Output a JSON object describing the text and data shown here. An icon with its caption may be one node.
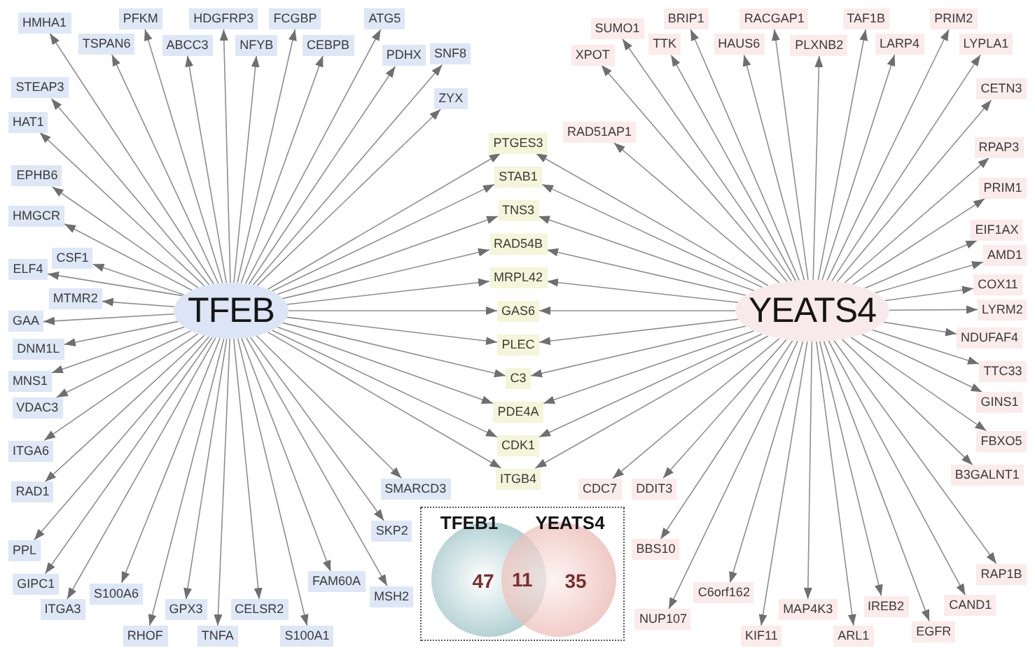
{
  "diagram": {
    "nodes": [
      {
        "text": [
          "TFEB"
        ]
      },
      {
        "text": [
          "PFKM"
        ]
      },
      {
        "text": [
          "NFYB"
        ]
      },
      {
        "text": [
          "ATG5"
        ]
      },
      {
        "text": [
          "HMHA1"
        ]
      },
      {
        "text": [
          "FCGBP"
        ]
      },
      {
        "text": [
          "ABCC3"
        ]
      },
      {
        "text": [
          "TSPAN6"
        ]
      },
      {
        "text": [
          "EPHB6"
        ]
      },
      {
        "text": [
          "CEBPB"
        ]
      },
      {
        "text": [
          "PDHX"
        ]
      },
      {
        "text": [
          "HAT1"
        ]
      },
      {
        "text": [
          "HDGFRP3"
        ]
      },
      {
        "text": [
          "SNF8"
        ]
      },
      {
        "text": [
          "CSF1"
        ]
      },
      {
        "text": [
          "STEAP3"
        ]
      },
      {
        "text": [
          "HMGCR"
        ]
      },
      {
        "text": [
          "ELF4"
        ]
      },
      {
        "text": [
          "ZYX"
        ]
      },
      {
        "text": [
          "MTMR2"
        ]
      },
      {
        "text": [
          "GAA"
        ]
      },
      {
        "text": [
          "DNM1L"
        ]
      },
      {
        "text": [
          "VDAC3"
        ]
      },
      {
        "text": [
          "MNS1"
        ]
      },
      {
        "text": [
          "SMARCD3"
        ]
      },
      {
        "text": [
          "ITGA6"
        ]
      },
      {
        "text": [
          "RAD1"
        ]
      },
      {
        "text": [
          "FAM60A"
        ]
      },
      {
        "text": [
          "PPL"
        ]
      },
      {
        "text": [
          "ITGA3"
        ]
      },
      {
        "text": [
          "S100A1"
        ]
      },
      {
        "text": [
          "MSH2"
        ]
      },
      {
        "text": [
          "RHOF"
        ]
      },
      {
        "text": [
          "CELSR2"
        ]
      },
      {
        "text": [
          "GIPC1"
        ]
      },
      {
        "text": [
          "SKP2"
        ]
      },
      {
        "text": [
          "S100A6"
        ]
      },
      {
        "text": [
          "TNFA"
        ]
      },
      {
        "text": [
          "GPX3"
        ]
      },
      {
        "text": [
          "PTGES3"
        ]
      },
      {
        "text": [
          "STAB1"
        ]
      },
      {
        "text": [
          "TNS3"
        ]
      },
      {
        "text": [
          "RAD54B"
        ]
      },
      {
        "text": [
          "MRPL42"
        ]
      },
      {
        "text": [
          "GAS6"
        ]
      },
      {
        "text": [
          "PLEC"
        ]
      },
      {
        "text": [
          "C3"
        ]
      },
      {
        "text": [
          "PDE4A"
        ]
      },
      {
        "text": [
          "CDK1"
        ]
      },
      {
        "text": [
          "ITGB4"
        ]
      },
      {
        "text": [
          "YEATS4"
        ]
      },
      {
        "text": [
          "TAF1B"
        ]
      },
      {
        "text": [
          "SUMO1"
        ]
      },
      {
        "text": [
          "PLXNB2"
        ]
      },
      {
        "text": [
          "PRIM2"
        ]
      },
      {
        "text": [
          "BRIP1"
        ]
      },
      {
        "text": [
          "HAUS6"
        ]
      },
      {
        "text": [
          "XPOT"
        ]
      },
      {
        "text": [
          "LYPLA1"
        ]
      },
      {
        "text": [
          "PRIM1"
        ]
      },
      {
        "text": [
          "LARP4"
        ]
      },
      {
        "text": [
          "TTK"
        ]
      },
      {
        "text": [
          "CETN3"
        ]
      },
      {
        "text": [
          "RACGAP1"
        ]
      },
      {
        "text": [
          "EIF1AX"
        ]
      },
      {
        "text": [
          "AMD1"
        ]
      },
      {
        "text": [
          "RAD51AP1"
        ]
      },
      {
        "text": [
          "RPAP3"
        ]
      },
      {
        "text": [
          "COX11"
        ]
      },
      {
        "text": [
          "NDUFAF4"
        ]
      },
      {
        "text": [
          "LYRM2"
        ]
      },
      {
        "text": [
          "TTC33"
        ]
      },
      {
        "text": [
          "GINS1"
        ]
      },
      {
        "text": [
          "B3GALNT1"
        ]
      },
      {
        "text": [
          "FBXO5"
        ]
      },
      {
        "text": [
          "RAP1B"
        ]
      },
      {
        "text": [
          "IREB2"
        ]
      },
      {
        "text": [
          "CAND1"
        ]
      },
      {
        "text": [
          "DDIT3"
        ]
      },
      {
        "text": [
          "KIF11"
        ]
      },
      {
        "text": [
          "CDC7"
        ]
      },
      {
        "text": [
          "EGFR"
        ]
      },
      {
        "text": [
          "NUP107"
        ]
      },
      {
        "text": [
          "ARL1"
        ]
      },
      {
        "text": [
          "C6orf162"
        ]
      },
      {
        "text": [
          "MAP4K3"
        ]
      },
      {
        "text": [
          "BBS10"
        ]
      },
      {
        "text": [],
        "shape": "box"
      },
      {
        "text": [
          "TFEB1",
          "47"
        ],
        "in": 87
      },
      {
        "text": [
          "YEATS4",
          "35"
        ],
        "in": 87
      }
    ],
    "edges": [
      {
        "from": 0,
        "to": 1,
        "arrow": "to"
      },
      {
        "from": 0,
        "to": 2,
        "arrow": "to"
      },
      {
        "from": 0,
        "to": 3,
        "arrow": "to"
      },
      {
        "from": 0,
        "to": 4,
        "arrow": "to"
      },
      {
        "from": 0,
        "to": 5,
        "arrow": "to"
      },
      {
        "from": 0,
        "to": 6,
        "arrow": "to"
      },
      {
        "from": 0,
        "to": 7,
        "arrow": "to"
      },
      {
        "from": 0,
        "to": 8,
        "arrow": "to"
      },
      {
        "from": 0,
        "to": 9,
        "arrow": "to"
      },
      {
        "from": 0,
        "to": 10,
        "arrow": "to"
      },
      {
        "from": 0,
        "to": 11,
        "arrow": "to"
      },
      {
        "from": 0,
        "to": 12,
        "arrow": "to"
      },
      {
        "from": 0,
        "to": 13,
        "arrow": "to"
      },
      {
        "from": 0,
        "to": 14,
        "arrow": "to"
      },
      {
        "from": 0,
        "to": 15,
        "arrow": "to"
      },
      {
        "from": 0,
        "to": 16,
        "arrow": "to"
      },
      {
        "from": 0,
        "to": 17,
        "arrow": "to"
      },
      {
        "from": 0,
        "to": 18,
        "arrow": "to"
      },
      {
        "from": 0,
        "to": 19,
        "arrow": "to"
      },
      {
        "from": 0,
        "to": 20,
        "arrow": "to"
      },
      {
        "from": 0,
        "to": 21,
        "arrow": "to"
      },
      {
        "from": 0,
        "to": 22,
        "arrow": "to"
      },
      {
        "from": 0,
        "to": 23,
        "arrow": "to"
      },
      {
        "from": 0,
        "to": 24,
        "arrow": "to"
      },
      {
        "from": 0,
        "to": 25,
        "arrow": "to"
      },
      {
        "from": 0,
        "to": 26,
        "arrow": "to"
      },
      {
        "from": 0,
        "to": 27,
        "arrow": "to"
      },
      {
        "from": 0,
        "to": 28,
        "arrow": "to"
      },
      {
        "from": 0,
        "to": 29,
        "arrow": "to"
      },
      {
        "from": 0,
        "to": 30,
        "arrow": "to"
      },
      {
        "from": 0,
        "to": 31,
        "arrow": "to"
      },
      {
        "from": 0,
        "to": 32,
        "arrow": "to"
      },
      {
        "from": 0,
        "to": 33,
        "arrow": "to"
      },
      {
        "from": 0,
        "to": 34,
        "arrow": "to"
      },
      {
        "from": 0,
        "to": 35,
        "arrow": "to"
      },
      {
        "from": 0,
        "to": 36,
        "arrow": "to"
      },
      {
        "from": 0,
        "to": 37,
        "arrow": "to"
      },
      {
        "from": 0,
        "to": 38,
        "arrow": "to"
      },
      {
        "from": 0,
        "to": 39,
        "arrow": "to"
      },
      {
        "from": 0,
        "to": 40,
        "arrow": "to"
      },
      {
        "from": 0,
        "to": 41,
        "arrow": "to"
      },
      {
        "from": 0,
        "to": 42,
        "arrow": "to"
      },
      {
        "from": 0,
        "to": 43,
        "arrow": "to"
      },
      {
        "from": 0,
        "to": 44,
        "arrow": "to"
      },
      {
        "from": 0,
        "to": 45,
        "arrow": "to"
      },
      {
        "from": 0,
        "to": 46,
        "arrow": "to"
      },
      {
        "from": 0,
        "to": 47,
        "arrow": "to"
      },
      {
        "from": 0,
        "to": 48,
        "arrow": "to"
      },
      {
        "from": 0,
        "to": 49,
        "arrow": "to"
      },
      {
        "from": 50,
        "to": 39,
        "arrow": "to"
      },
      {
        "from": 50,
        "to": 40,
        "arrow": "to"
      },
      {
        "from": 50,
        "to": 41,
        "arrow": "to"
      },
      {
        "from": 50,
        "to": 42,
        "arrow": "to"
      },
      {
        "from": 50,
        "to": 43,
        "arrow": "to"
      },
      {
        "from": 50,
        "to": 44,
        "arrow": "to"
      },
      {
        "from": 50,
        "to": 45,
        "arrow": "to"
      },
      {
        "from": 50,
        "to": 46,
        "arrow": "to"
      },
      {
        "from": 50,
        "to": 47,
        "arrow": "to"
      },
      {
        "from": 50,
        "to": 48,
        "arrow": "to"
      },
      {
        "from": 50,
        "to": 49,
        "arrow": "to"
      },
      {
        "from": 50,
        "to": 51,
        "arrow": "to"
      },
      {
        "from": 50,
        "to": 52,
        "arrow": "to"
      },
      {
        "from": 50,
        "to": 53,
        "arrow": "to"
      },
      {
        "from": 50,
        "to": 54,
        "arrow": "to"
      },
      {
        "from": 50,
        "to": 55,
        "arrow": "to"
      },
      {
        "from": 50,
        "to": 56,
        "arrow": "to"
      },
      {
        "from": 50,
        "to": 57,
        "arrow": "to"
      },
      {
        "from": 50,
        "to": 58,
        "arrow": "to"
      },
      {
        "from": 50,
        "to": 59,
        "arrow": "to"
      },
      {
        "from": 50,
        "to": 60,
        "arrow": "to"
      },
      {
        "from": 50,
        "to": 61,
        "arrow": "to"
      },
      {
        "from": 50,
        "to": 62,
        "arrow": "to"
      },
      {
        "from": 50,
        "to": 63,
        "arrow": "to"
      },
      {
        "from": 50,
        "to": 64,
        "arrow": "to"
      },
      {
        "from": 50,
        "to": 65,
        "arrow": "to"
      },
      {
        "from": 50,
        "to": 66,
        "arrow": "to"
      },
      {
        "from": 50,
        "to": 67,
        "arrow": "to"
      },
      {
        "from": 50,
        "to": 68,
        "arrow": "to"
      },
      {
        "from": 50,
        "to": 69,
        "arrow": "to"
      },
      {
        "from": 50,
        "to": 70,
        "arrow": "to"
      },
      {
        "from": 50,
        "to": 71,
        "arrow": "to"
      },
      {
        "from": 50,
        "to": 72,
        "arrow": "to"
      },
      {
        "from": 50,
        "to": 73,
        "arrow": "to"
      },
      {
        "from": 50,
        "to": 74,
        "arrow": "to"
      },
      {
        "from": 50,
        "to": 75,
        "arrow": "to"
      },
      {
        "from": 50,
        "to": 76,
        "arrow": "to"
      },
      {
        "from": 50,
        "to": 77,
        "arrow": "to"
      },
      {
        "from": 50,
        "to": 78,
        "arrow": "to"
      },
      {
        "from": 50,
        "to": 79,
        "arrow": "to"
      },
      {
        "from": 50,
        "to": 80,
        "arrow": "to"
      },
      {
        "from": 50,
        "to": 81,
        "arrow": "to"
      },
      {
        "from": 50,
        "to": 82,
        "arrow": "to"
      },
      {
        "from": 50,
        "to": 83,
        "arrow": "to"
      },
      {
        "from": 50,
        "to": 84,
        "arrow": "to"
      },
      {
        "from": 50,
        "to": 85,
        "arrow": "to"
      },
      {
        "from": 50,
        "to": 86,
        "arrow": "to"
      }
    ],
    "labels": [
      "11"
    ]
  }
}
